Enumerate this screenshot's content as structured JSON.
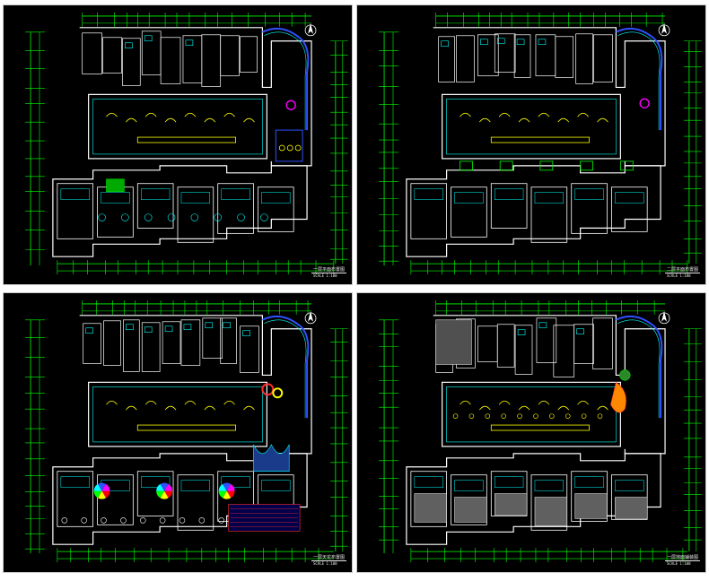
{
  "colors": {
    "background": "#000000",
    "dimension": "#00ff00",
    "wall": "#ffffff",
    "glazing": "#00ffff",
    "furniture": "#ffff00",
    "accent_magenta": "#ff00ff",
    "accent_red": "#ff3030",
    "accent_blue": "#3050ff",
    "accent_orange": "#ff8800"
  },
  "sheets": [
    {
      "id": "s1",
      "title": "一层平面布置图",
      "scale": "SCALE 1:100"
    },
    {
      "id": "s2",
      "title": "二层平面布置图",
      "scale": "SCALE 1:100"
    },
    {
      "id": "s3",
      "title": "一层天花布置图",
      "scale": "SCALE 1:100"
    },
    {
      "id": "s4",
      "title": "一层地面铺装图",
      "scale": "SCALE 1:100"
    }
  ],
  "icons": [
    "north-arrow-icon"
  ]
}
